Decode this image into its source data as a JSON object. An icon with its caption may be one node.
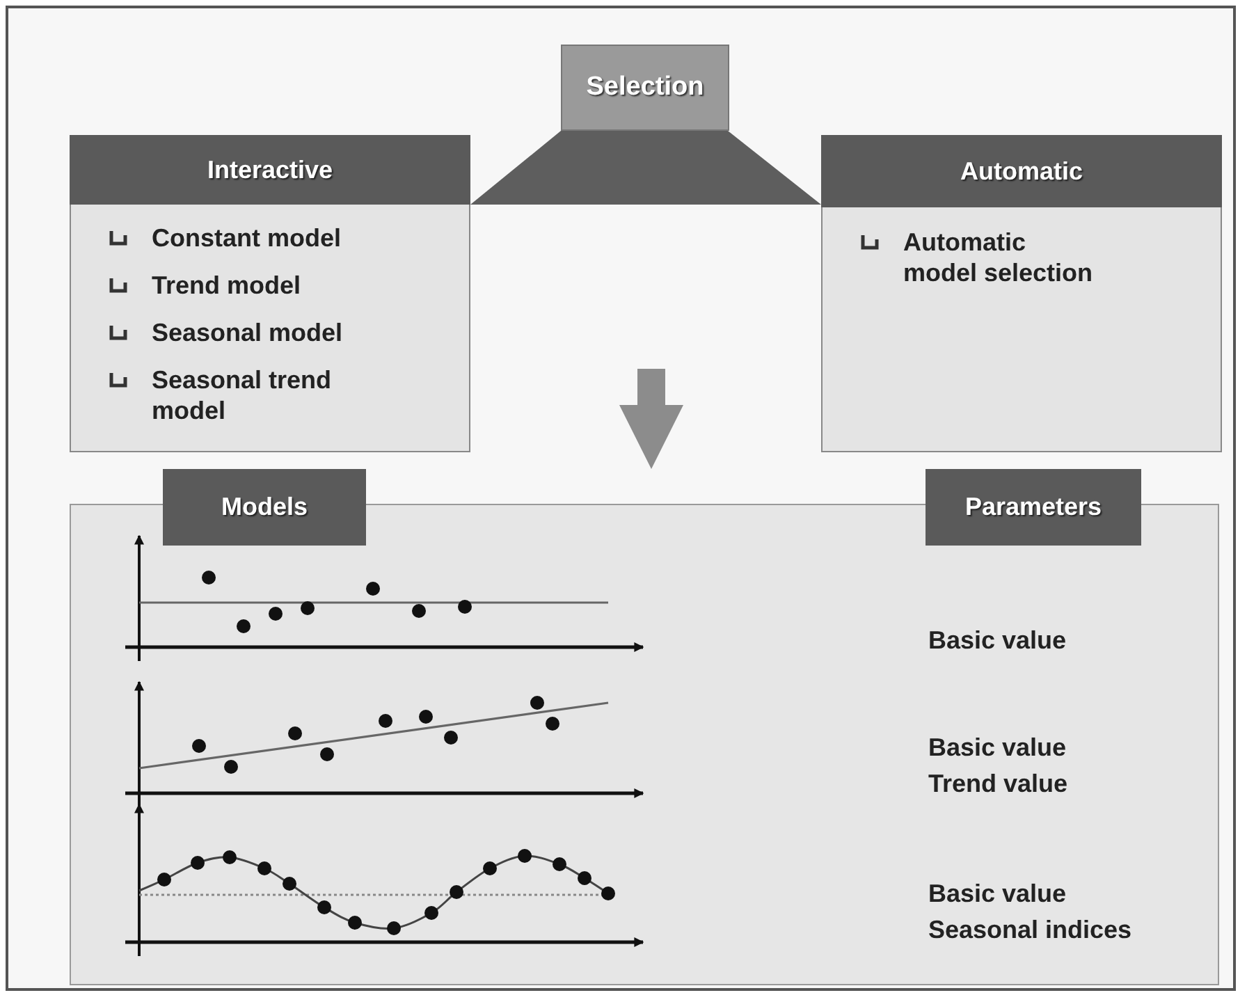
{
  "diagram": {
    "nodes": [
      {
        "text": [
          "Selection"
        ]
      },
      {
        "text": [
          "Interactive",
          "Constant model",
          "Trend model",
          "Seasonal model",
          "Seasonal trend model"
        ]
      },
      {
        "text": [
          "Automatic",
          "Automatic model selection"
        ]
      },
      {
        "text": [
          "Models",
          "Parameters",
          "Basic value",
          "Basic value",
          "Trend value",
          "Basic value",
          "Seasonal indices"
        ]
      },
      {
        "text": [],
        "shape": "trapezoid"
      }
    ],
    "edges": [
      {
        "from": null,
        "to": 3,
        "arrow": "to"
      }
    ]
  }
}
